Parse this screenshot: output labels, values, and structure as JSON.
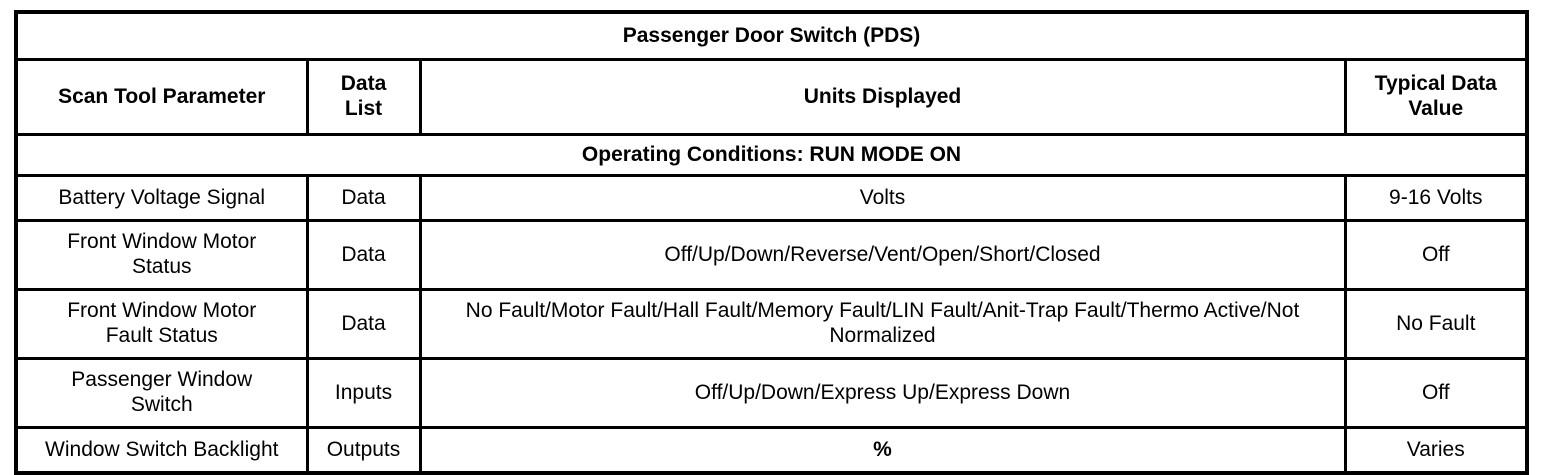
{
  "table": {
    "title": "Passenger Door Switch (PDS)",
    "columns": {
      "parameter": "Scan Tool Parameter",
      "data_list": "Data\nList",
      "units": "Units Displayed",
      "typical": "Typical Data\nValue"
    },
    "operating_conditions": "Operating Conditions: RUN MODE ON",
    "rows": [
      {
        "parameter": "Battery Voltage Signal",
        "data_list": "Data",
        "units": "Volts",
        "typical": "9-16 Volts"
      },
      {
        "parameter": "Front Window Motor\nStatus",
        "data_list": "Data",
        "units": "Off/Up/Down/Reverse/Vent/Open/Short/Closed",
        "typical": "Off"
      },
      {
        "parameter": "Front Window Motor\nFault Status",
        "data_list": "Data",
        "units": "No Fault/Motor Fault/Hall Fault/Memory Fault/LIN Fault/Anit-Trap Fault/Thermo Active/Not Normalized",
        "typical": "No Fault"
      },
      {
        "parameter": "Passenger Window\nSwitch",
        "data_list": "Inputs",
        "units": "Off/Up/Down/Express Up/Express Down",
        "typical": "Off"
      },
      {
        "parameter": "Window Switch Backlight",
        "data_list": "Outputs",
        "units": "%",
        "typical": "Varies"
      }
    ]
  },
  "colors": {
    "border": "#000000",
    "background": "#ffffff",
    "text": "#000000"
  }
}
